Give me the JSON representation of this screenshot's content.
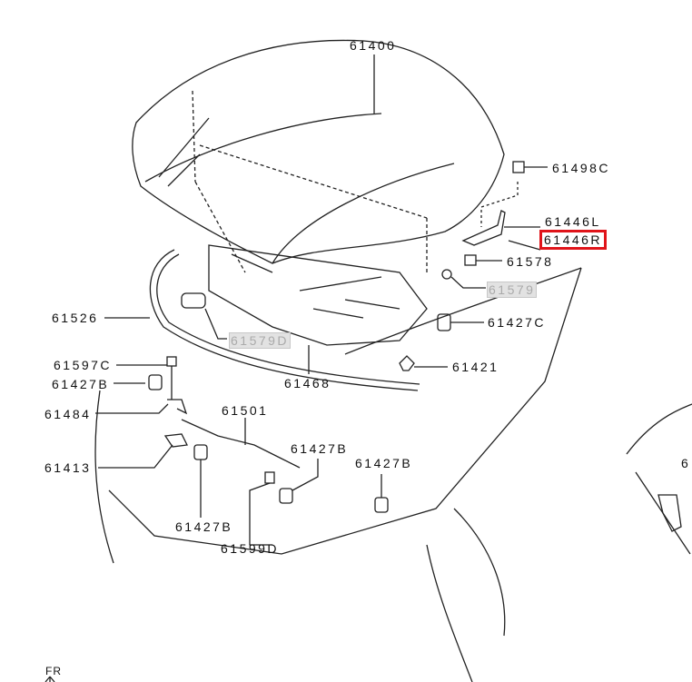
{
  "diagram": {
    "colors": {
      "highlight": "#e0141a",
      "unavailable_bg": "#e2e2e2"
    },
    "labels": {
      "hood": "61400",
      "bolt_hinge": "61498C",
      "hinge_left": "61446L",
      "hinge_right": "61446R",
      "nut_hinge": "61578",
      "seal_small": "61579",
      "weatherstrip": "61526",
      "seal_bumper": "61579D",
      "bumper_rubber_c": "61427C",
      "insulator": "61468",
      "clip": "61421",
      "bolt_latch": "61597C",
      "bumper_rubber_b1": "61427B",
      "bracket": "61484",
      "latch": "61413",
      "cable": "61501",
      "bumper_rubber_b2": "61427B",
      "bumper_rubber_b3": "61427B",
      "bumper_rubber_b4": "61427B",
      "switch": "61599D",
      "partial_right": "6",
      "front_marker": "FR"
    }
  }
}
